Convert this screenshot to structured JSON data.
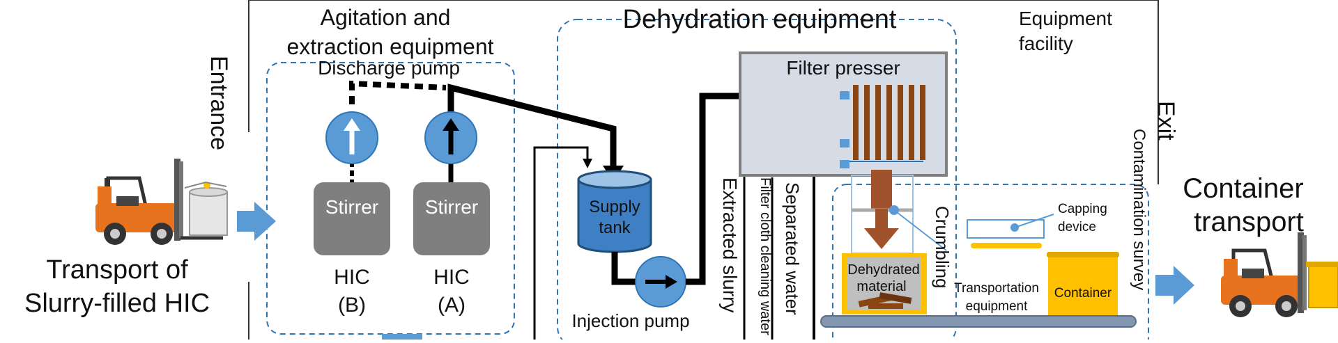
{
  "areas": {
    "agitation_title_1": "Agitation and",
    "agitation_title_2": "extraction equipment",
    "dehydration_title": "Dehydration equipment",
    "facility_1": "Equipment",
    "facility_2": "facility"
  },
  "labels": {
    "entrance": "Entrance",
    "exit": "Exit",
    "discharge_pump": "Discharge pump",
    "stirrer_b": "Stirrer",
    "stirrer_a": "Stirrer",
    "hic_b_1": "HIC",
    "hic_b_2": "(B)",
    "hic_a_1": "HIC",
    "hic_a_2": "(A)",
    "supply_tank_1": "Supply",
    "supply_tank_2": "tank",
    "injection_pump": "Injection pump",
    "filter_presser": "Filter presser",
    "extracted_slurry": "Extracted slurry",
    "filter_cloth_water": "Filter cloth cleaning water",
    "separated_water": "Separated water",
    "crumbling": "Crumbling",
    "capping_device_1": "Capping",
    "capping_device_2": "device",
    "dehydrated_1": "Dehydrated",
    "dehydrated_2": "material",
    "transport_equip_1": "Transportation",
    "transport_equip_2": "equipment",
    "container": "Container",
    "contamination_survey": "Contamination survey",
    "transport_in_1": "Transport of",
    "transport_in_2": "Slurry-filled HIC",
    "transport_out_1": "Container",
    "transport_out_2": "transport"
  },
  "colors": {
    "blue_accent": "#5b9bd5",
    "tank_fill": "#3f7fc4",
    "stirrer_gray": "#7f7f7f",
    "filter_bg": "#d6dce5",
    "plate_brown": "#8b4513",
    "container_yellow": "#ffc000",
    "forklift_orange": "#e8731e",
    "dashed_border": "#2e75b6"
  }
}
